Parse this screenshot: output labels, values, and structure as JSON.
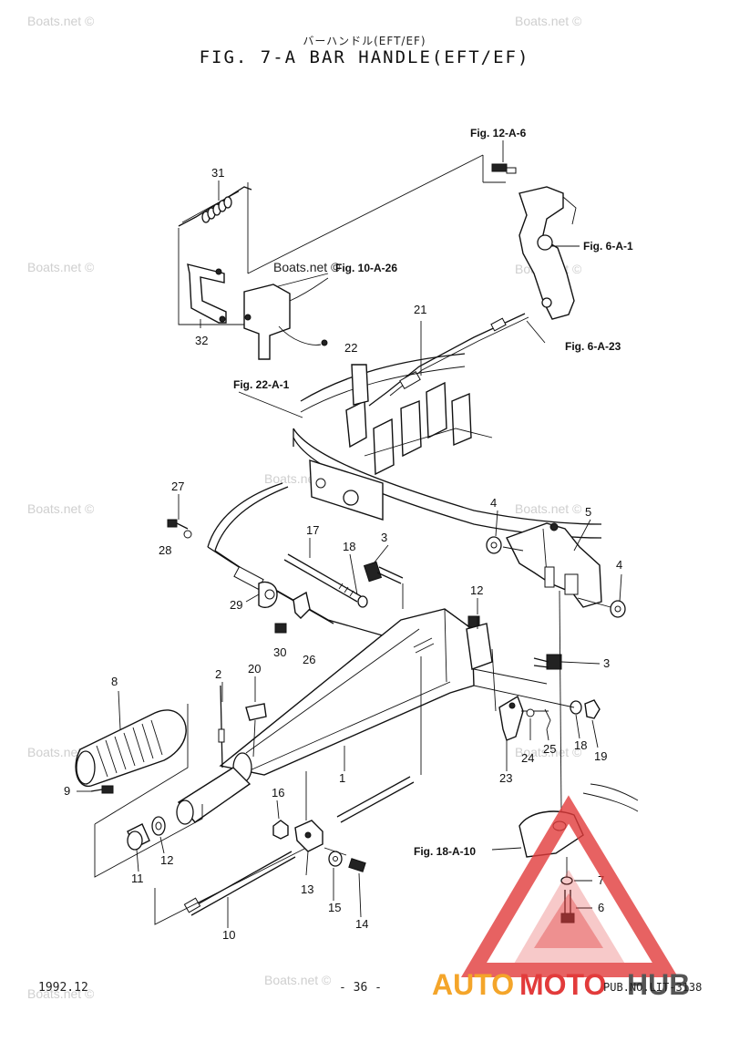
{
  "header": {
    "subtitle": "バーハンドル(EFT/EF)",
    "title": "FIG.  7-A BAR HANDLE(EFT/EF)"
  },
  "watermark": "Boats.net ©",
  "part_numbers": [
    "31",
    "32",
    "21",
    "22",
    "27",
    "28",
    "17",
    "18",
    "3",
    "4",
    "5",
    "29",
    "30",
    "26",
    "12",
    "8",
    "9",
    "2",
    "20",
    "1",
    "16",
    "11",
    "10",
    "13",
    "15",
    "14",
    "24",
    "25",
    "19",
    "23",
    "7",
    "6"
  ],
  "references": {
    "fig_12_a_6": "Fig. 12-A-6",
    "fig_6_a_1": "Fig. 6-A-1",
    "fig_10_a_26": "Fig. 10-A-26",
    "fig_6_a_23": "Fig. 6-A-23",
    "fig_22_a_1": "Fig. 22-A-1",
    "fig_18_a_10": "Fig. 18-A-10"
  },
  "footer": {
    "date": "1992.12",
    "page": "- 36 -",
    "pub": "PUB.NO.LIT-3138"
  },
  "brand": {
    "name_a": "AUTO",
    "name_b": "MOTO",
    "name_c": "HUB",
    "colors": {
      "orange": "#f4a52a",
      "red": "#e23b3b",
      "grey": "#555555"
    }
  }
}
